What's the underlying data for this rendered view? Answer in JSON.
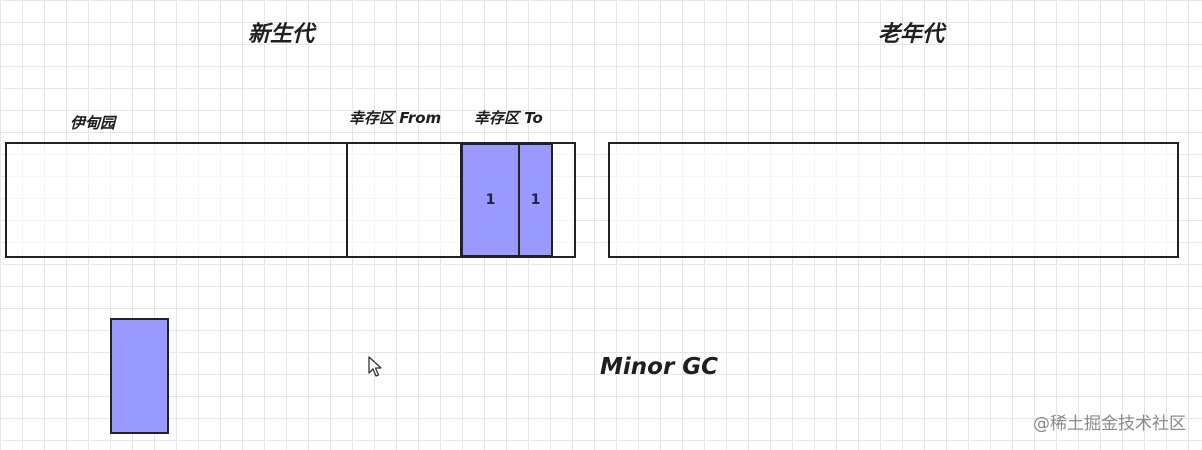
{
  "generations": {
    "young": {
      "title": "新生代",
      "eden_label": "伊甸园",
      "from_label": "幸存区 From",
      "to_label": "幸存区 To"
    },
    "old": {
      "title": "老年代"
    }
  },
  "objects": [
    {
      "label": "1",
      "location": "to-survivor"
    },
    {
      "label": "1",
      "location": "to-survivor"
    }
  ],
  "event_label": "Minor GC",
  "watermark": "@稀土掘金技术社区",
  "colors": {
    "object_fill": "#9999ff",
    "border": "#222222",
    "grid": "#e6e6e6"
  },
  "icons": {
    "cursor": "mouse-pointer-icon"
  }
}
